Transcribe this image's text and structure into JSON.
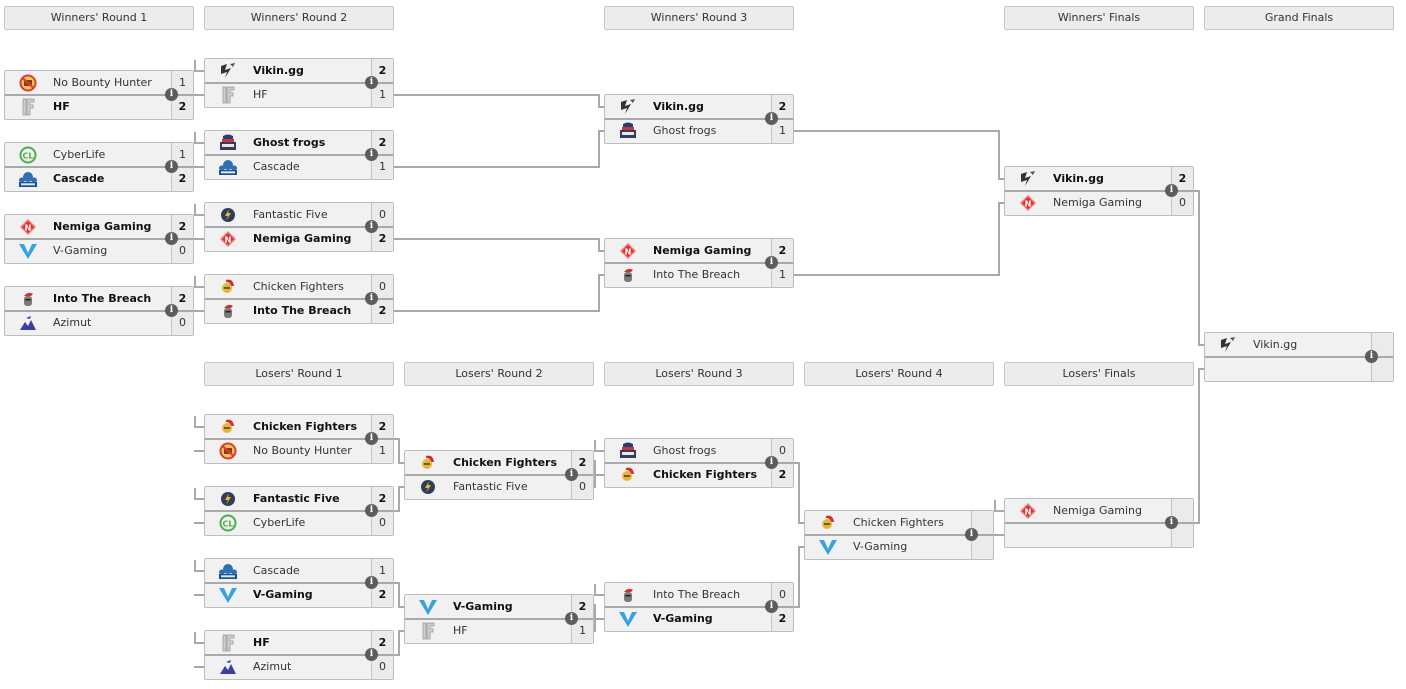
{
  "headers": {
    "wr1": "Winners' Round 1",
    "wr2": "Winners' Round 2",
    "wr3": "Winners' Round 3",
    "wf": "Winners' Finals",
    "gf": "Grand Finals",
    "lr1": "Losers' Round 1",
    "lr2": "Losers' Round 2",
    "lr3": "Losers' Round 3",
    "lr4": "Losers' Round 4",
    "lf": "Losers' Finals"
  },
  "info_icon_glyph": "i",
  "matches": {
    "wr1_1": {
      "top": {
        "team": "No Bounty Hunter",
        "logo": "nbh",
        "score": "1",
        "win": false
      },
      "bot": {
        "team": "HF",
        "logo": "hf",
        "score": "2",
        "win": true
      }
    },
    "wr1_2": {
      "top": {
        "team": "CyberLife",
        "logo": "cl",
        "score": "1",
        "win": false
      },
      "bot": {
        "team": "Cascade",
        "logo": "cascade",
        "score": "2",
        "win": true
      }
    },
    "wr1_3": {
      "top": {
        "team": "Nemiga Gaming",
        "logo": "nemiga",
        "score": "2",
        "win": true
      },
      "bot": {
        "team": "V-Gaming",
        "logo": "vgaming",
        "score": "0",
        "win": false
      }
    },
    "wr1_4": {
      "top": {
        "team": "Into The Breach",
        "logo": "itb",
        "score": "2",
        "win": true
      },
      "bot": {
        "team": "Azimut",
        "logo": "azimut",
        "score": "0",
        "win": false
      }
    },
    "wr2_1": {
      "top": {
        "team": "Vikin.gg",
        "logo": "vikin",
        "score": "2",
        "win": true
      },
      "bot": {
        "team": "HF",
        "logo": "hf",
        "score": "1",
        "win": false
      }
    },
    "wr2_2": {
      "top": {
        "team": "Ghost frogs",
        "logo": "ghost",
        "score": "2",
        "win": true
      },
      "bot": {
        "team": "Cascade",
        "logo": "cascade",
        "score": "1",
        "win": false
      }
    },
    "wr2_3": {
      "top": {
        "team": "Fantastic Five",
        "logo": "ff",
        "score": "0",
        "win": false
      },
      "bot": {
        "team": "Nemiga Gaming",
        "logo": "nemiga",
        "score": "2",
        "win": true
      }
    },
    "wr2_4": {
      "top": {
        "team": "Chicken Fighters",
        "logo": "chicken",
        "score": "0",
        "win": false
      },
      "bot": {
        "team": "Into The Breach",
        "logo": "itb",
        "score": "2",
        "win": true
      }
    },
    "wr3_1": {
      "top": {
        "team": "Vikin.gg",
        "logo": "vikin",
        "score": "2",
        "win": true
      },
      "bot": {
        "team": "Ghost frogs",
        "logo": "ghost",
        "score": "1",
        "win": false
      }
    },
    "wr3_2": {
      "top": {
        "team": "Nemiga Gaming",
        "logo": "nemiga",
        "score": "2",
        "win": true
      },
      "bot": {
        "team": "Into The Breach",
        "logo": "itb",
        "score": "1",
        "win": false
      }
    },
    "wf": {
      "top": {
        "team": "Vikin.gg",
        "logo": "vikin",
        "score": "2",
        "win": true
      },
      "bot": {
        "team": "Nemiga Gaming",
        "logo": "nemiga",
        "score": "0",
        "win": false
      }
    },
    "gf": {
      "top": {
        "team": "Vikin.gg",
        "logo": "vikin",
        "score": "",
        "win": false
      },
      "bot": {
        "team": "",
        "logo": "",
        "score": "",
        "win": false
      }
    },
    "lr1_1": {
      "top": {
        "team": "Chicken Fighters",
        "logo": "chicken",
        "score": "2",
        "win": true
      },
      "bot": {
        "team": "No Bounty Hunter",
        "logo": "nbh",
        "score": "1",
        "win": false
      }
    },
    "lr1_2": {
      "top": {
        "team": "Fantastic Five",
        "logo": "ff",
        "score": "2",
        "win": true
      },
      "bot": {
        "team": "CyberLife",
        "logo": "cl",
        "score": "0",
        "win": false
      }
    },
    "lr1_3": {
      "top": {
        "team": "Cascade",
        "logo": "cascade",
        "score": "1",
        "win": false
      },
      "bot": {
        "team": "V-Gaming",
        "logo": "vgaming",
        "score": "2",
        "win": true
      }
    },
    "lr1_4": {
      "top": {
        "team": "HF",
        "logo": "hf",
        "score": "2",
        "win": true
      },
      "bot": {
        "team": "Azimut",
        "logo": "azimut",
        "score": "0",
        "win": false
      }
    },
    "lr2_1": {
      "top": {
        "team": "Chicken Fighters",
        "logo": "chicken",
        "score": "2",
        "win": true
      },
      "bot": {
        "team": "Fantastic Five",
        "logo": "ff",
        "score": "0",
        "win": false
      }
    },
    "lr2_2": {
      "top": {
        "team": "V-Gaming",
        "logo": "vgaming",
        "score": "2",
        "win": true
      },
      "bot": {
        "team": "HF",
        "logo": "hf",
        "score": "1",
        "win": false
      }
    },
    "lr3_1": {
      "top": {
        "team": "Ghost frogs",
        "logo": "ghost",
        "score": "0",
        "win": false
      },
      "bot": {
        "team": "Chicken Fighters",
        "logo": "chicken",
        "score": "2",
        "win": true
      }
    },
    "lr3_2": {
      "top": {
        "team": "Into The Breach",
        "logo": "itb",
        "score": "0",
        "win": false
      },
      "bot": {
        "team": "V-Gaming",
        "logo": "vgaming",
        "score": "2",
        "win": true
      }
    },
    "lr4": {
      "top": {
        "team": "Chicken Fighters",
        "logo": "chicken",
        "score": "",
        "win": false
      },
      "bot": {
        "team": "V-Gaming",
        "logo": "vgaming",
        "score": "",
        "win": false
      }
    },
    "lf": {
      "top": {
        "team": "Nemiga Gaming",
        "logo": "nemiga",
        "score": "",
        "win": false
      },
      "bot": {
        "team": "",
        "logo": "",
        "score": "",
        "win": false
      }
    }
  }
}
